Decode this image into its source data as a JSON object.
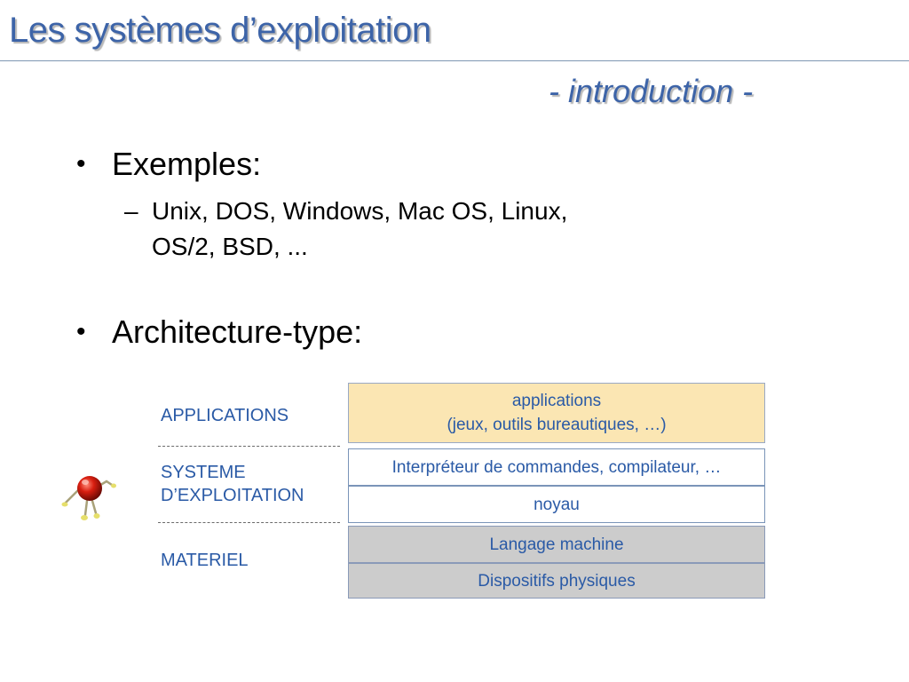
{
  "header": {
    "title": "Les systèmes d’exploitation",
    "subtitle": "- introduction -"
  },
  "bullets": [
    {
      "label": "Exemples:",
      "sub": {
        "dash": "–",
        "line1": "Unix, DOS, Windows, Mac OS, Linux,",
        "line2": "OS/2, BSD, ..."
      }
    },
    {
      "label": "Architecture-type:"
    }
  ],
  "bullet_symbol": "•",
  "diagram": {
    "levels": [
      {
        "label": "APPLICATIONS"
      },
      {
        "label_line1": "SYSTEME",
        "label_line2": "D’EXPLOITATION"
      },
      {
        "label": "MATERIEL"
      }
    ],
    "boxes": {
      "applications_line1": "applications",
      "applications_line2": "(jeux, outils bureautiques, …)",
      "interpreter": "Interpréteur de commandes, compilateur, …",
      "kernel": "noyau",
      "machine_language": "Langage machine",
      "physical_devices": "Dispositifs physiques"
    },
    "colors": {
      "applications_fill": "#fbe6b3",
      "system_fill": "#ffffff",
      "hardware_fill": "#cccccc",
      "label_text": "#2a5aa6"
    }
  },
  "theme": {
    "title_color": "#3d64a8"
  }
}
